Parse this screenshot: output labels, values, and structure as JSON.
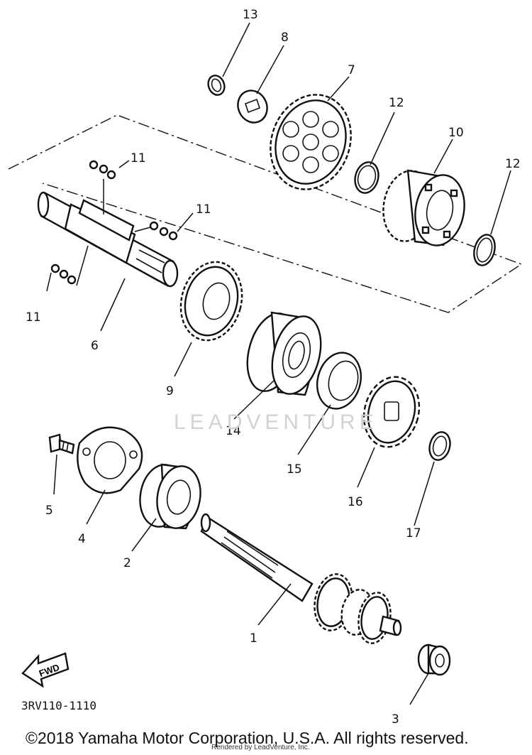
{
  "diagram": {
    "callouts": [
      "13",
      "8",
      "7",
      "12",
      "10",
      "12",
      "11",
      "11",
      "11",
      "6",
      "9",
      "14",
      "15",
      "16",
      "17",
      "5",
      "4",
      "2",
      "1",
      "3"
    ],
    "fwd_label": "FWD",
    "diagram_code": "3RV110-1110",
    "watermark": "LEADVENTURE",
    "copyright": "©2018 Yamaha Motor Corporation, U.S.A. All rights reserved.",
    "rendered_by": "Rendered by LeadVenture, Inc."
  }
}
